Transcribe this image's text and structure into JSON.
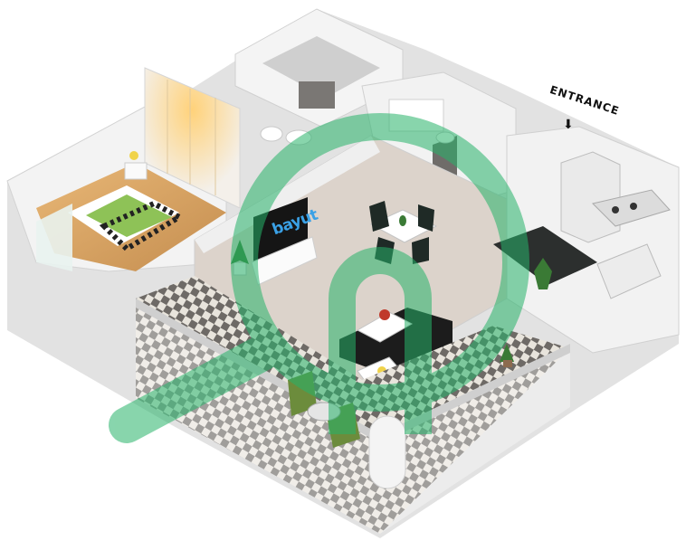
{
  "labels": {
    "entrance": "ENTRANCE",
    "tv_brand": "bayut"
  },
  "icons": {
    "entrance_arrow": "arrow-down-icon",
    "watermark": "bayut-logo-watermark"
  },
  "colors": {
    "wall": "#f1f1f1",
    "wall_side": "#d9d9d9",
    "floor_living": "#d9cfc6",
    "floor_bedroom": "#d4a266",
    "balcony_tile_dark": "#6e6a66",
    "balcony_tile_light": "#e8e4dc",
    "watermark_green": "#27b36a",
    "bed_green": "#8ec257",
    "counter_dark": "#2c2f2e"
  }
}
